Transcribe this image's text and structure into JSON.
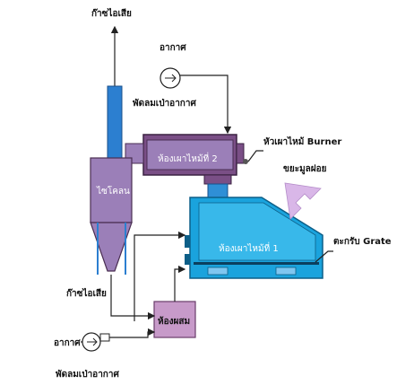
{
  "labels": {
    "exhaust_top": "ก๊าซไอเสีย",
    "air_top": "อากาศ",
    "blower_top": "พัดลมเป่าอากาศ",
    "burner": "หัวเผาไหม้ Burner",
    "chamber2": "ห้องเผาไหม้ที่ 2",
    "cyclone": "ไซโคลน",
    "waste_input": "ขยะมูลฝอย",
    "chamber1": "ห้องเผาไหม้ที่ 1",
    "grate": "ตะกรับ Grate",
    "exhaust_bottom": "ก๊าซไอเสีย",
    "mixing_room": "ห้องผสม",
    "air_bottom": "อากาศ",
    "blower_bottom": "พัดลมเป่าอากาศ"
  },
  "colors": {
    "chamber1": "#1aa3dd",
    "chamber2": "#7a4f86",
    "cyclone": "#9b7fb8",
    "stack": "#2c7fd0",
    "mixing_room": "#c79ac9",
    "arrow": "#d9b7e8"
  }
}
